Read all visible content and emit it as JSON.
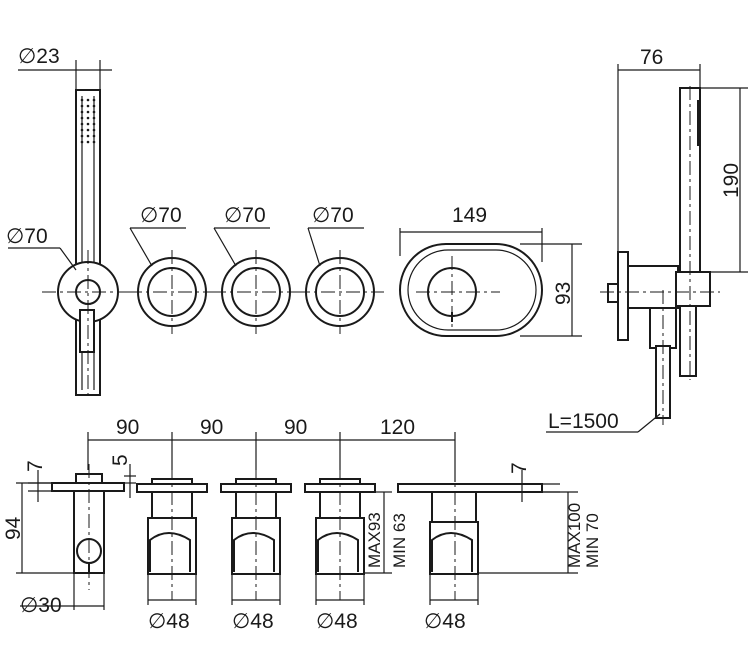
{
  "labels": {
    "hand_shower_diameter": "∅23",
    "handle_diameter": "∅70",
    "knob1_diameter": "∅70",
    "knob2_diameter": "∅70",
    "knob3_diameter": "∅70",
    "plate_width": "149",
    "plate_height": "93",
    "side_depth": "76",
    "side_height": "190",
    "hose_length": "L=1500",
    "spacing_1": "90",
    "spacing_2": "90",
    "spacing_3": "90",
    "spacing_4": "120",
    "flange_left": "7",
    "flange_offset": "5",
    "flange_right": "7",
    "holder_height": "94",
    "holder_diameter": "∅30",
    "valve_max": "MAX93",
    "valve_min": "MIN 63",
    "mixer_max": "MAX100",
    "mixer_min": "MIN 70",
    "body1_diameter": "∅48",
    "body2_diameter": "∅48",
    "body3_diameter": "∅48",
    "body4_diameter": "∅48"
  }
}
